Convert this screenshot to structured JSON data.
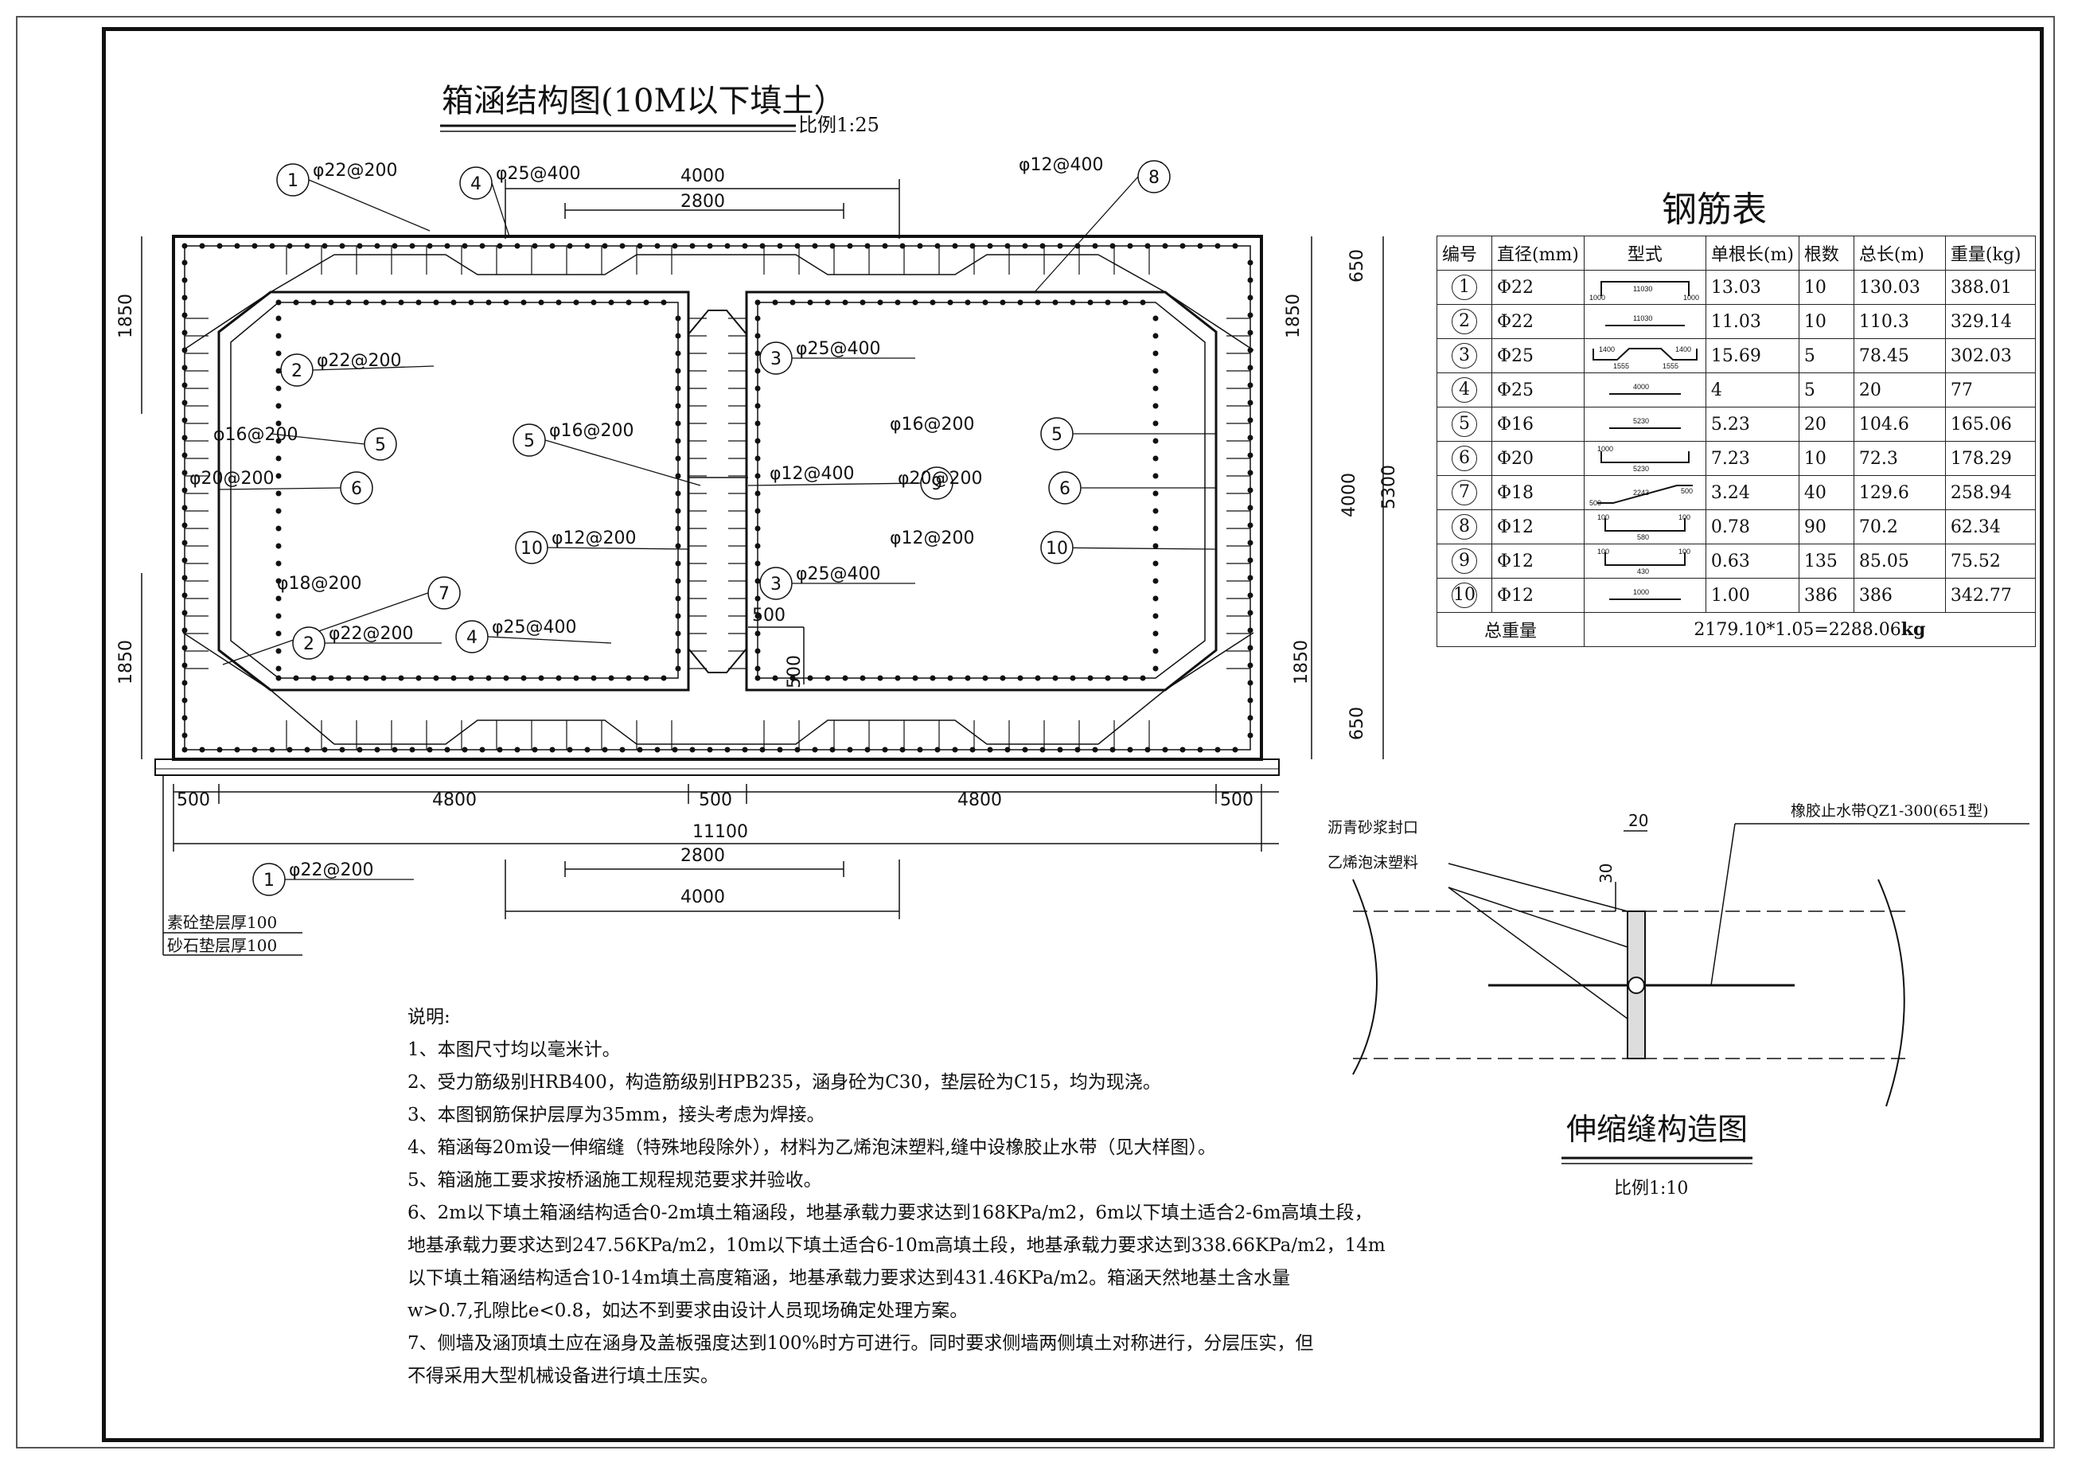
{
  "drawing": {
    "title": "箱涵结构图(10M以下填土）",
    "scale": "比例1:25",
    "dims": {
      "top_4000": "4000",
      "top_2800": "2800",
      "left_1850_top": "1850",
      "left_1850_bottom": "1850",
      "right_650_top": "650",
      "right_1850_top": "1850",
      "right_4000": "4000",
      "right_5300": "5300",
      "right_1850_bottom": "1850",
      "right_650_bottom": "650",
      "bot_500_a": "500",
      "bot_4800_a": "4800",
      "bot_500_b": "500",
      "bot_4800_b": "4800",
      "bot_500_c": "500",
      "bot_11100": "11100",
      "bot_2800": "2800",
      "bot_4000": "4000",
      "haunch_500_h": "500",
      "haunch_500_v": "500"
    },
    "callouts": [
      {
        "num": "1",
        "label": "φ22@200"
      },
      {
        "num": "4",
        "label": "φ25@400"
      },
      {
        "num": "8",
        "label": "φ12@400"
      },
      {
        "num": "2",
        "label": "φ22@200"
      },
      {
        "num": "3",
        "label": "φ25@400"
      },
      {
        "num": "5",
        "label": "φ16@200"
      },
      {
        "num": "5",
        "label": "φ16@200"
      },
      {
        "num": "5",
        "label": "φ16@200"
      },
      {
        "num": "6",
        "label": "φ20@200"
      },
      {
        "num": "9",
        "label": "φ12@400"
      },
      {
        "num": "6",
        "label": "φ20@200"
      },
      {
        "num": "10",
        "label": "φ12@200"
      },
      {
        "num": "10",
        "label": "φ12@200"
      },
      {
        "num": "3",
        "label": "φ25@400"
      },
      {
        "num": "7",
        "label": "φ18@200"
      },
      {
        "num": "2",
        "label": "φ22@200"
      },
      {
        "num": "4",
        "label": "φ25@400"
      },
      {
        "num": "1",
        "label": "φ22@200"
      }
    ],
    "bedding": [
      "素砼垫层厚100",
      "砂石垫层厚100"
    ]
  },
  "table": {
    "title": "钢筋表",
    "headers": [
      "编号",
      "直径(mm)",
      "型式",
      "单根长(m)",
      "根数",
      "总长(m)",
      "重量(kg)"
    ],
    "rows": [
      {
        "num": "1",
        "dia": "Φ22",
        "len": "13.03",
        "count": "10",
        "total": "130.03",
        "weight": "388.01",
        "shape": [
          "11030",
          "1000",
          "1000"
        ]
      },
      {
        "num": "2",
        "dia": "Φ22",
        "len": "11.03",
        "count": "10",
        "total": "110.3",
        "weight": "329.14",
        "shape": [
          "11030"
        ]
      },
      {
        "num": "3",
        "dia": "Φ25",
        "len": "15.69",
        "count": "5",
        "total": "78.45",
        "weight": "302.03",
        "shape": [
          "1400",
          "1400",
          "1555",
          "1555"
        ]
      },
      {
        "num": "4",
        "dia": "Φ25",
        "len": "4",
        "count": "5",
        "total": "20",
        "weight": "77",
        "shape": [
          "4000"
        ]
      },
      {
        "num": "5",
        "dia": "Φ16",
        "len": "5.23",
        "count": "20",
        "total": "104.6",
        "weight": "165.06",
        "shape": [
          "5230"
        ]
      },
      {
        "num": "6",
        "dia": "Φ20",
        "len": "7.23",
        "count": "10",
        "total": "72.3",
        "weight": "178.29",
        "shape": [
          "1000",
          "5230"
        ]
      },
      {
        "num": "7",
        "dia": "Φ18",
        "len": "3.24",
        "count": "40",
        "total": "129.6",
        "weight": "258.94",
        "shape": [
          "500",
          "2243",
          "500"
        ]
      },
      {
        "num": "8",
        "dia": "Φ12",
        "len": "0.78",
        "count": "90",
        "total": "70.2",
        "weight": "62.34",
        "shape": [
          "100",
          "580",
          "100"
        ]
      },
      {
        "num": "9",
        "dia": "Φ12",
        "len": "0.63",
        "count": "135",
        "total": "85.05",
        "weight": "75.52",
        "shape": [
          "100",
          "430",
          "100"
        ]
      },
      {
        "num": "10",
        "dia": "Φ12",
        "len": "1.00",
        "count": "386",
        "total": "386",
        "weight": "342.77",
        "shape": [
          "1000"
        ]
      }
    ],
    "total_label": "总重量",
    "total_value": "2179.10*1.05=2288.06",
    "total_unit": "kg"
  },
  "joint": {
    "title": "伸缩缝构造图",
    "scale": "比例1:10",
    "label_seal": "沥青砂浆封口",
    "label_foam": "乙烯泡沫塑料",
    "label_band": "橡胶止水带QZ1-300(651型)",
    "dim_20": "20",
    "dim_30": "30"
  },
  "notes": {
    "heading": "说明:",
    "lines": [
      "1、本图尺寸均以毫米计。",
      "2、受力筋级别HRB400，构造筋级别HPB235，涵身砼为C30，垫层砼为C15，均为现浇。",
      "3、本图钢筋保护层厚为35mm，接头考虑为焊接。",
      "4、箱涵每20m设一伸缩缝（特殊地段除外），材料为乙烯泡沫塑料,缝中设橡胶止水带（见大样图）。",
      "5、箱涵施工要求按桥涵施工规程规范要求并验收。",
      "6、2m以下填土箱涵结构适合0-2m填土箱涵段，地基承载力要求达到168KPa/m2，6m以下填土适合2-6m高填土段，",
      "地基承载力要求达到247.56KPa/m2，10m以下填土适合6-10m高填土段，地基承载力要求达到338.66KPa/m2，14m",
      "以下填土箱涵结构适合10-14m填土高度箱涵，地基承载力要求达到431.46KPa/m2。箱涵天然地基土含水量",
      "w>0.7,孔隙比e<0.8，如达不到要求由设计人员现场确定处理方案。",
      "7、侧墙及涵顶填土应在涵身及盖板强度达到100%时方可进行。同时要求侧墙两侧填土对称进行，分层压实，但",
      "不得采用大型机械设备进行填土压实。"
    ]
  }
}
